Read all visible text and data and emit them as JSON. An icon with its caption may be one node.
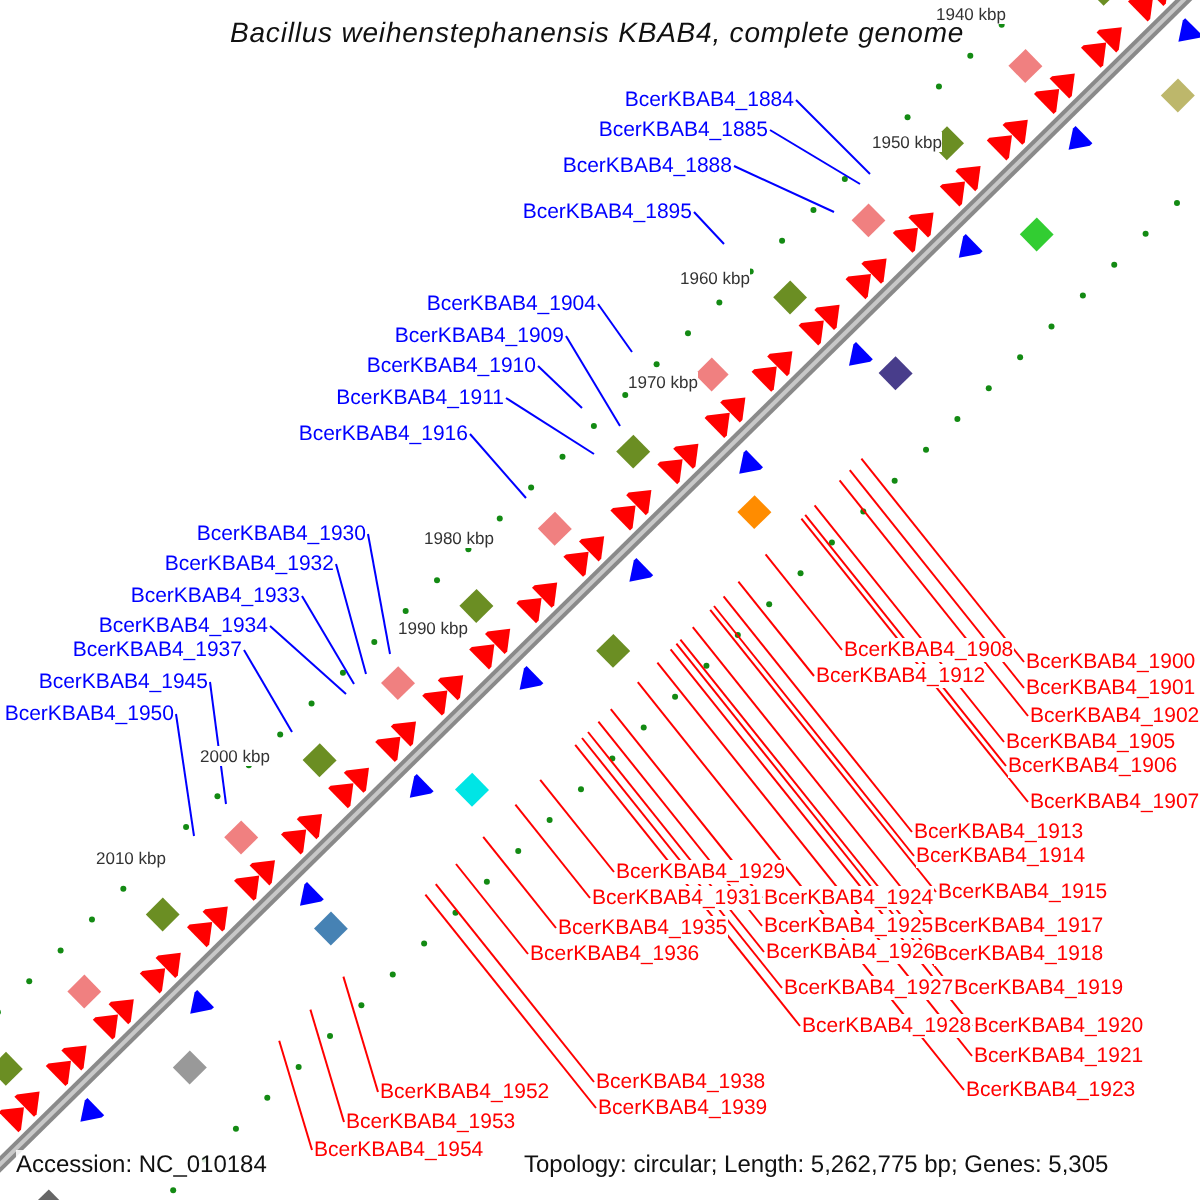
{
  "diagram": {
    "title": "Bacillus weihenstephanensis KBAB4, complete genome",
    "nodes": [
      {
        "text": [
          "BcerKBAB4_1884"
        ]
      },
      {
        "text": [
          "BcerKBAB4_1885"
        ]
      },
      {
        "text": [
          "BcerKBAB4_1888"
        ]
      },
      {
        "text": [
          "BcerKBAB4_1895"
        ]
      },
      {
        "text": [
          "BcerKBAB4_1904"
        ]
      },
      {
        "text": [
          "BcerKBAB4_1909"
        ]
      },
      {
        "text": [
          "BcerKBAB4_1910"
        ]
      },
      {
        "text": [
          "BcerKBAB4_1911"
        ]
      },
      {
        "text": [
          "BcerKBAB4_1916"
        ]
      },
      {
        "text": [
          "BcerKBAB4_1930"
        ]
      },
      {
        "text": [
          "BcerKBAB4_1932"
        ]
      },
      {
        "text": [
          "BcerKBAB4_1933"
        ]
      },
      {
        "text": [
          "BcerKBAB4_1934"
        ]
      },
      {
        "text": [
          "BcerKBAB4_1937"
        ]
      },
      {
        "text": [
          "BcerKBAB4_1945"
        ]
      },
      {
        "text": [
          "BcerKBAB4_1950"
        ]
      },
      {
        "text": [
          "BcerKBAB4_1908"
        ]
      },
      {
        "text": [
          "BcerKBAB4_1900"
        ]
      },
      {
        "text": [
          "BcerKBAB4_1912"
        ]
      },
      {
        "text": [
          "BcerKBAB4_1901"
        ]
      },
      {
        "text": [
          "BcerKBAB4_1902"
        ]
      },
      {
        "text": [
          "BcerKBAB4_1905"
        ]
      },
      {
        "text": [
          "BcerKBAB4_1906"
        ]
      },
      {
        "text": [
          "BcerKBAB4_1907"
        ]
      },
      {
        "text": [
          "BcerKBAB4_1913"
        ]
      },
      {
        "text": [
          "BcerKBAB4_1914"
        ]
      },
      {
        "text": [
          "BcerKBAB4_1929"
        ]
      },
      {
        "text": [
          "BcerKBAB4_1915"
        ]
      },
      {
        "text": [
          "BcerKBAB4_1931"
        ]
      },
      {
        "text": [
          "BcerKBAB4_1924"
        ]
      },
      {
        "text": [
          "BcerKBAB4_1917"
        ]
      },
      {
        "text": [
          "BcerKBAB4_1935"
        ]
      },
      {
        "text": [
          "BcerKBAB4_1925"
        ]
      },
      {
        "text": [
          "BcerKBAB4_1936"
        ]
      },
      {
        "text": [
          "BcerKBAB4_1926"
        ]
      },
      {
        "text": [
          "BcerKBAB4_1918"
        ]
      },
      {
        "text": [
          "BcerKBAB4_1927"
        ]
      },
      {
        "text": [
          "BcerKBAB4_1919"
        ]
      },
      {
        "text": [
          "BcerKBAB4_1928"
        ]
      },
      {
        "text": [
          "BcerKBAB4_1920"
        ]
      },
      {
        "text": [
          "BcerKBAB4_1921"
        ]
      },
      {
        "text": [
          "BcerKBAB4_1938"
        ]
      },
      {
        "text": [
          "BcerKBAB4_1923"
        ]
      },
      {
        "text": [
          "BcerKBAB4_1952"
        ]
      },
      {
        "text": [
          "BcerKBAB4_1939"
        ]
      },
      {
        "text": [
          "BcerKBAB4_1953"
        ]
      },
      {
        "text": [
          "BcerKBAB4_1954"
        ]
      }
    ],
    "edges": [
      {
        "from": 0,
        "to": null,
        "arrow": "none",
        "color": "#0000ff"
      },
      {
        "from": 1,
        "to": null,
        "arrow": "none",
        "color": "#0000ff"
      },
      {
        "from": 2,
        "to": null,
        "arrow": "none",
        "color": "#0000ff"
      },
      {
        "from": 3,
        "to": null,
        "arrow": "none",
        "color": "#0000ff"
      },
      {
        "from": 4,
        "to": null,
        "arrow": "none",
        "color": "#0000ff"
      },
      {
        "from": 5,
        "to": null,
        "arrow": "none",
        "color": "#0000ff"
      },
      {
        "from": 6,
        "to": null,
        "arrow": "none",
        "color": "#0000ff"
      },
      {
        "from": 7,
        "to": null,
        "arrow": "none",
        "color": "#0000ff"
      },
      {
        "from": 8,
        "to": null,
        "arrow": "none",
        "color": "#0000ff"
      },
      {
        "from": 9,
        "to": null,
        "arrow": "none",
        "color": "#0000ff"
      },
      {
        "from": 10,
        "to": null,
        "arrow": "none",
        "color": "#0000ff"
      },
      {
        "from": 11,
        "to": null,
        "arrow": "none",
        "color": "#0000ff"
      },
      {
        "from": 12,
        "to": null,
        "arrow": "none",
        "color": "#0000ff"
      },
      {
        "from": 13,
        "to": null,
        "arrow": "none",
        "color": "#0000ff"
      },
      {
        "from": 14,
        "to": null,
        "arrow": "none",
        "color": "#0000ff"
      },
      {
        "from": 15,
        "to": null,
        "arrow": "none",
        "color": "#0000ff"
      },
      {
        "from": 16,
        "to": null,
        "arrow": "none"
      },
      {
        "from": 17,
        "to": null,
        "arrow": "none"
      },
      {
        "from": 18,
        "to": null,
        "arrow": "none"
      },
      {
        "from": 19,
        "to": null,
        "arrow": "none"
      },
      {
        "from": 20,
        "to": null,
        "arrow": "none"
      },
      {
        "from": 21,
        "to": null,
        "arrow": "none"
      },
      {
        "from": 22,
        "to": null,
        "arrow": "none"
      },
      {
        "from": 23,
        "to": null,
        "arrow": "none"
      },
      {
        "from": 24,
        "to": null,
        "arrow": "none"
      },
      {
        "from": 25,
        "to": null,
        "arrow": "none"
      },
      {
        "from": 26,
        "to": null,
        "arrow": "none"
      },
      {
        "from": 27,
        "to": null,
        "arrow": "none"
      },
      {
        "from": 28,
        "to": null,
        "arrow": "none"
      },
      {
        "from": 29,
        "to": null,
        "arrow": "none"
      },
      {
        "from": 30,
        "to": null,
        "arrow": "none"
      },
      {
        "from": 31,
        "to": null,
        "arrow": "none"
      },
      {
        "from": 32,
        "to": null,
        "arrow": "none"
      },
      {
        "from": 33,
        "to": null,
        "arrow": "none"
      },
      {
        "from": 34,
        "to": null,
        "arrow": "none"
      },
      {
        "from": 35,
        "to": null,
        "arrow": "none"
      },
      {
        "from": 36,
        "to": null,
        "arrow": "none"
      },
      {
        "from": 37,
        "to": null,
        "arrow": "none"
      },
      {
        "from": 38,
        "to": null,
        "arrow": "none"
      },
      {
        "from": 39,
        "to": null,
        "arrow": "none"
      },
      {
        "from": 40,
        "to": null,
        "arrow": "none"
      },
      {
        "from": 41,
        "to": null,
        "arrow": "none"
      },
      {
        "from": 42,
        "to": null,
        "arrow": "none"
      },
      {
        "from": 43,
        "to": null,
        "arrow": "none"
      },
      {
        "from": 44,
        "to": null,
        "arrow": "none"
      },
      {
        "from": 45,
        "to": null,
        "arrow": "none"
      },
      {
        "from": 46,
        "to": null,
        "arrow": "none"
      }
    ],
    "labels": [
      "1940 kbp",
      "1950 kbp",
      "1960 kbp",
      "1970 kbp",
      "1980 kbp",
      "1990 kbp",
      "2000 kbp",
      "2010 kbp",
      "Accession: NC_010184",
      "Topology: circular; Length: 5,262,775 bp; Genes: 5,305"
    ]
  }
}
